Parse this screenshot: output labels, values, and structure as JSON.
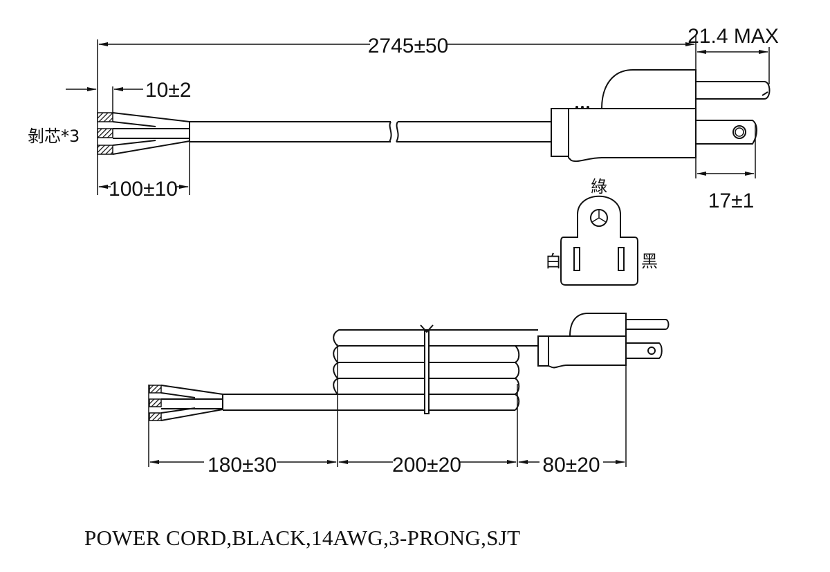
{
  "drawing": {
    "title": "POWER CORD,BLACK,14AWG,3-PRONG,SJT",
    "top_view": {
      "overall_length": "2745±50",
      "plug_blade_max": "21.4 MAX",
      "strip_length": "10±2",
      "jacket_strip": "100±10",
      "stripped_core_note": "剝芯*3",
      "blade_length": "17±1"
    },
    "plug_face": {
      "ground_label": "綠",
      "neutral_label": "白",
      "hot_label": "黑"
    },
    "coil_view": {
      "tail_length": "180±30",
      "coil_length": "200±20",
      "plug_lead": "80±20"
    }
  }
}
